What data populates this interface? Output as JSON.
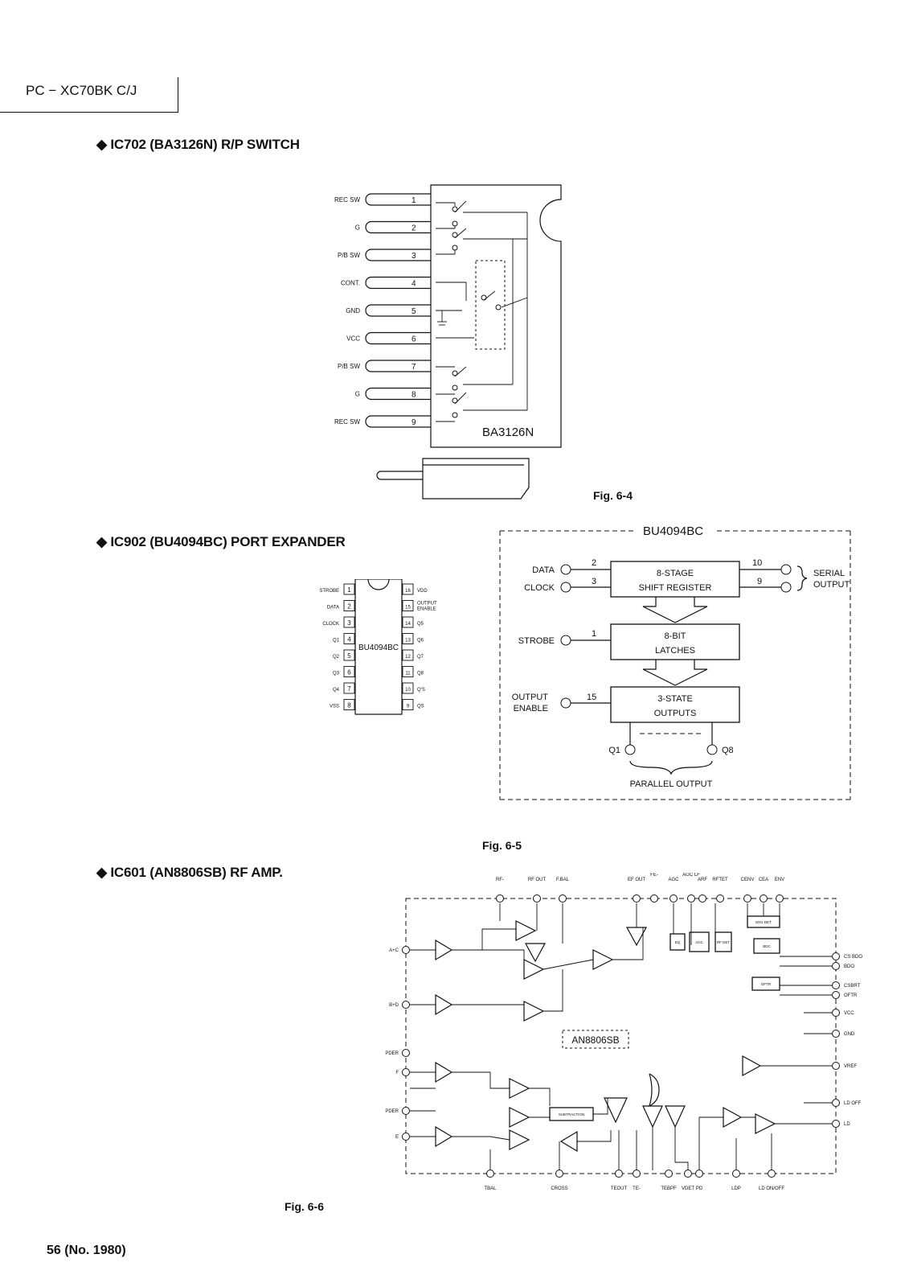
{
  "header": {
    "model": "PC − XC70BK C/J"
  },
  "footer": {
    "page": "56 (No. 1980)"
  },
  "sections": [
    {
      "title": "◆ IC702 (BA3126N) R/P SWITCH"
    },
    {
      "title": "◆ IC902 (BU4094BC) PORT EXPANDER"
    },
    {
      "title": "◆ IC601 (AN8806SB) RF AMP."
    }
  ],
  "figures": {
    "fig4": "Fig. 6-4",
    "fig5": "Fig. 6-5",
    "fig6": "Fig. 6-6"
  },
  "ba3126n": {
    "chip": "BA3126N",
    "pins": [
      {
        "num": "1",
        "label": "REC SW"
      },
      {
        "num": "2",
        "label": "G"
      },
      {
        "num": "3",
        "label": "P/B SW"
      },
      {
        "num": "4",
        "label": "CONT."
      },
      {
        "num": "5",
        "label": "GND"
      },
      {
        "num": "6",
        "label": "VCC"
      },
      {
        "num": "7",
        "label": "P/B SW"
      },
      {
        "num": "8",
        "label": "G"
      },
      {
        "num": "9",
        "label": "REC SW"
      }
    ]
  },
  "bu4094_pinout": {
    "chip": "BU4094BC",
    "left": [
      {
        "num": "1",
        "label": "STROBE"
      },
      {
        "num": "2",
        "label": "DATA"
      },
      {
        "num": "3",
        "label": "CLOCK"
      },
      {
        "num": "4",
        "label": "Q1"
      },
      {
        "num": "5",
        "label": "Q2"
      },
      {
        "num": "6",
        "label": "Q3"
      },
      {
        "num": "7",
        "label": "Q4"
      },
      {
        "num": "8",
        "label": "VSS"
      }
    ],
    "right": [
      {
        "num": "16",
        "label": "VDD"
      },
      {
        "num": "15",
        "label": "OUTPUT ENABLE"
      },
      {
        "num": "14",
        "label": "Q5"
      },
      {
        "num": "13",
        "label": "Q6"
      },
      {
        "num": "12",
        "label": "Q7"
      },
      {
        "num": "11",
        "label": "Q8"
      },
      {
        "num": "10",
        "label": "Q'S"
      },
      {
        "num": "9",
        "label": "QS"
      }
    ]
  },
  "bu4094_block": {
    "title": "BU4094BC",
    "data": "DATA",
    "clock": "CLOCK",
    "strobe": "STROBE",
    "oe1": "OUTPUT",
    "oe2": "ENABLE",
    "shift1": "8-STAGE",
    "shift2": "SHIFT REGISTER",
    "latch1": "8-BIT",
    "latch2": "LATCHES",
    "out1": "3-STATE",
    "out2": "OUTPUTS",
    "serial1": "SERIAL",
    "serial2": "OUTPUT",
    "q1": "Q1",
    "q8": "Q8",
    "parallel": "PARALLEL OUTPUT",
    "p2": "2",
    "p3": "3",
    "p1": "1",
    "p15": "15",
    "p10": "10",
    "p9": "9"
  },
  "an8806": {
    "chip": "AN8806SB",
    "top": [
      "RF-",
      "RF OUT",
      "F.BAL",
      "EF OUT",
      "FE-",
      "AGC",
      "AGC LF",
      "ARF",
      "RFTET",
      "CENV",
      "CEA",
      "ENV"
    ],
    "left": [
      "A+C",
      "B+D",
      "PDER",
      "F",
      "PDER",
      "E"
    ],
    "right": [
      "CS BDO",
      "BDO",
      "CSBRT",
      "OFTR",
      "VCC",
      "GND",
      "VREF",
      "LD OFF",
      "LD"
    ],
    "bottom": [
      "TBAL",
      "CROSS",
      "TEOUT",
      "TE-",
      "TEBPF",
      "VDET",
      "PD",
      "LDP",
      "LD ON/OFF"
    ],
    "blocks": [
      "ENV DET",
      "BDC",
      "EQ",
      "AGC",
      "RF DET",
      "OFTR",
      "SUBTRACTION"
    ]
  }
}
